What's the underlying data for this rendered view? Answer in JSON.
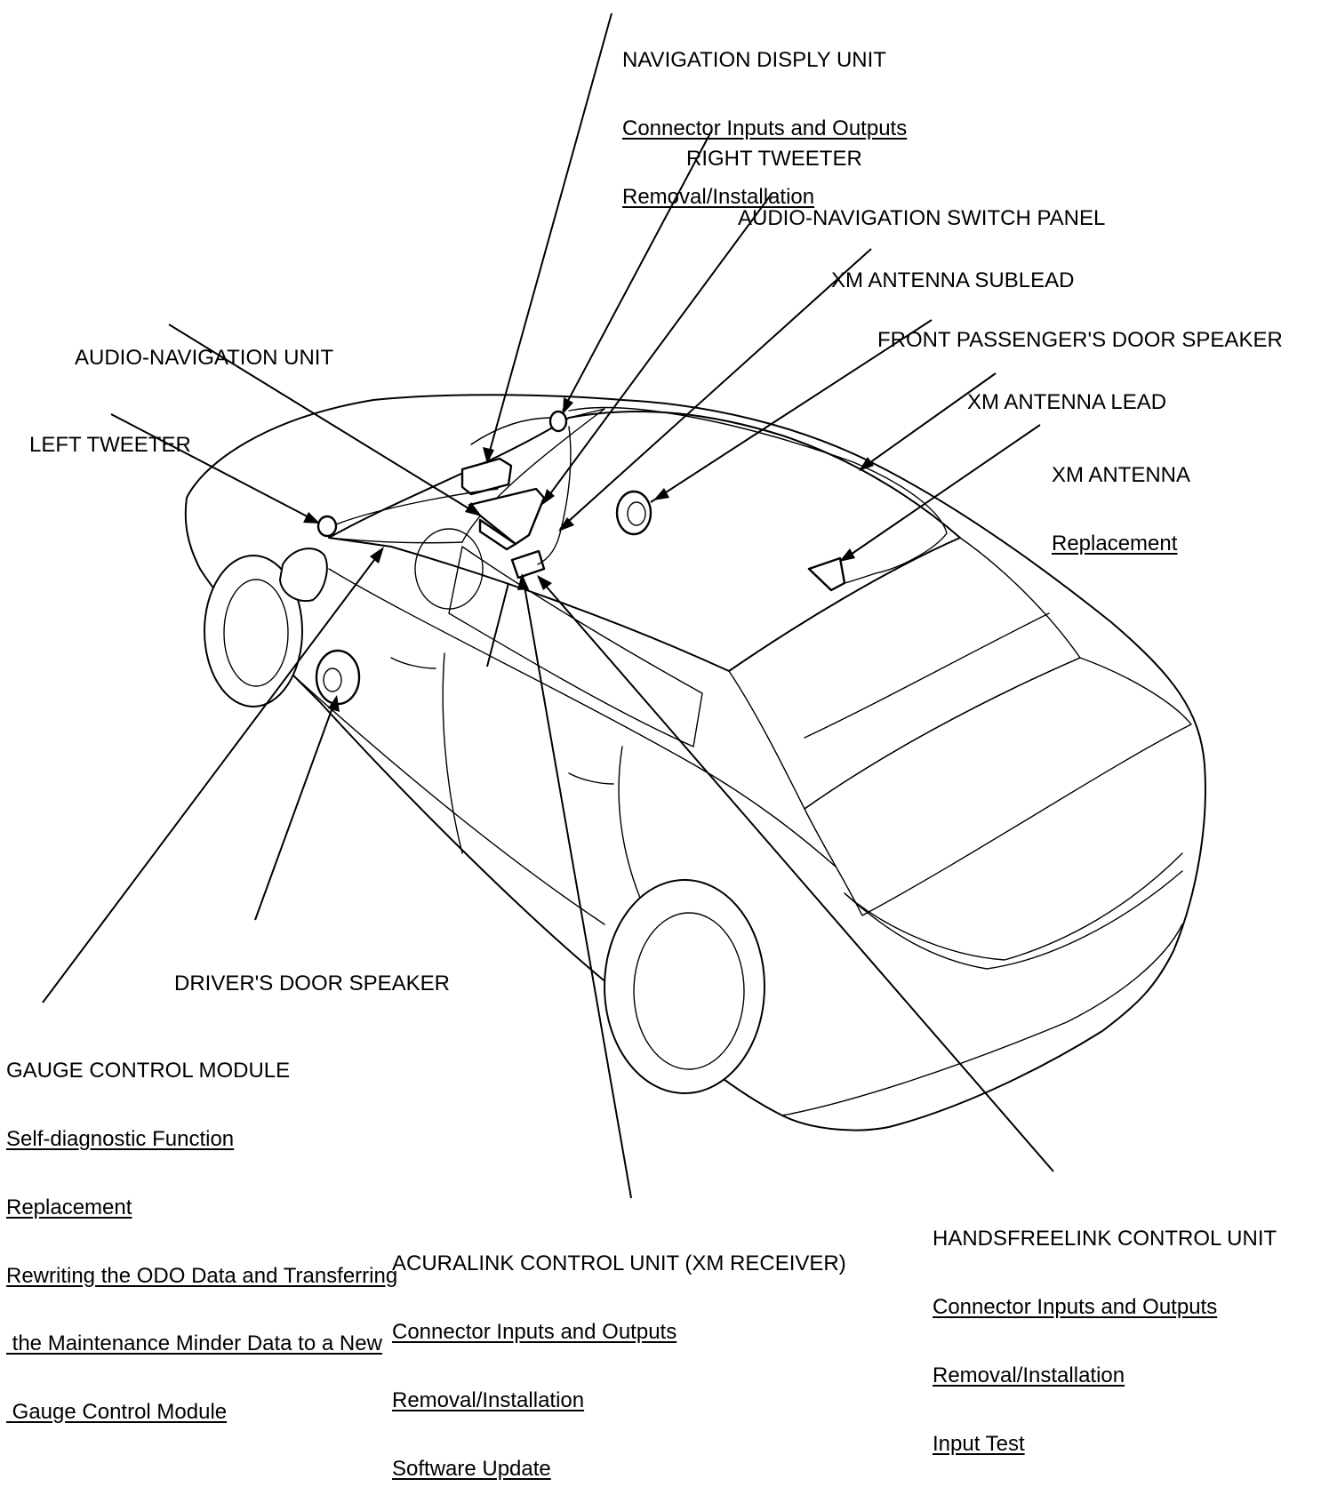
{
  "callouts": {
    "navigation_display_unit": {
      "title": "NAVIGATION DISPLY UNIT",
      "links": [
        "Connector Inputs and Outputs",
        "Removal/Installation"
      ]
    },
    "right_tweeter": {
      "title": "RIGHT TWEETER"
    },
    "audio_navigation_switch_panel": {
      "title": "AUDIO-NAVIGATION SWITCH PANEL"
    },
    "xm_antenna_sublead": {
      "title": "XM ANTENNA SUBLEAD"
    },
    "front_passengers_door_speaker": {
      "title": "FRONT PASSENGER'S DOOR SPEAKER"
    },
    "xm_antenna_lead": {
      "title": "XM ANTENNA LEAD"
    },
    "xm_antenna": {
      "title": "XM ANTENNA",
      "links": [
        "Replacement"
      ]
    },
    "audio_navigation_unit": {
      "title": "AUDIO-NAVIGATION UNIT"
    },
    "left_tweeter": {
      "title": "LEFT TWEETER"
    },
    "drivers_door_speaker": {
      "title": "DRIVER'S DOOR SPEAKER"
    },
    "gauge_control_module": {
      "title": "GAUGE CONTROL MODULE",
      "links": [
        "Self-diagnostic Function",
        "Replacement",
        "Rewriting the ODO Data and Transferring",
        " the Maintenance Minder Data to a New",
        " Gauge Control Module"
      ]
    },
    "acuralink_control_unit": {
      "title": "ACURALINK CONTROL UNIT (XM RECEIVER)",
      "links": [
        "Connector Inputs and Outputs",
        "Removal/Installation",
        "Software Update"
      ]
    },
    "handsfreelink_control_unit": {
      "title": "HANDSFREELINK CONTROL UNIT",
      "links": [
        "Connector Inputs and Outputs",
        "Removal/Installation",
        "Input Test"
      ]
    }
  }
}
